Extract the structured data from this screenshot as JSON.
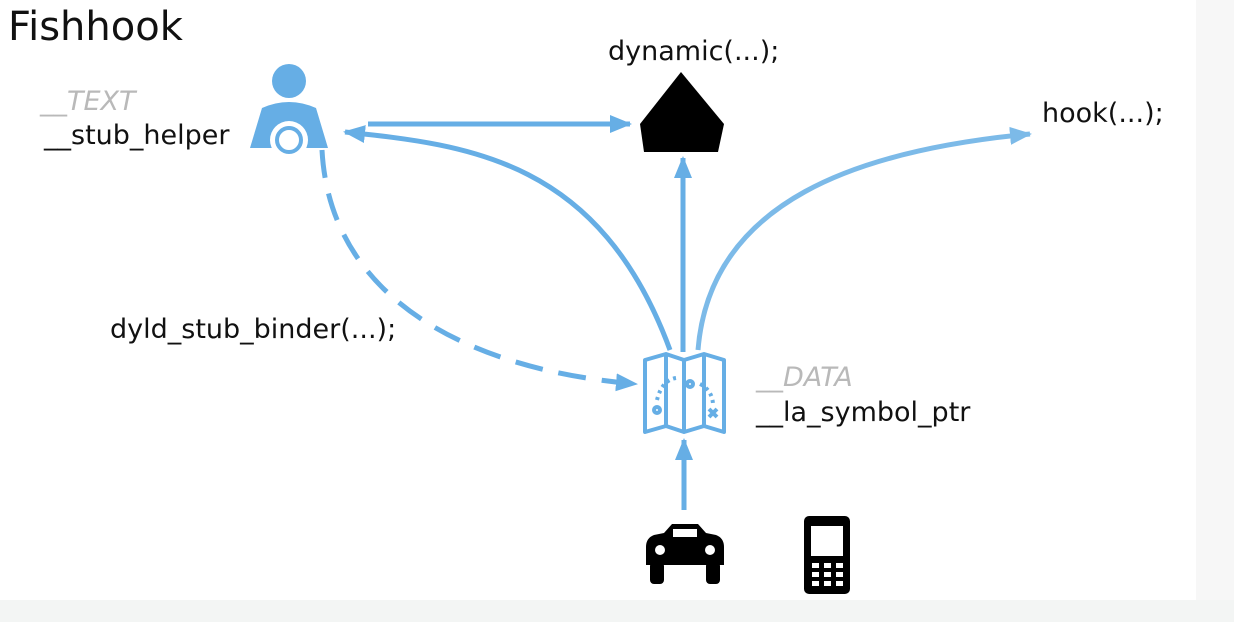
{
  "diagram": {
    "title": "Fishhook",
    "nodes": {
      "stub_helper": {
        "section": "__TEXT",
        "label": "__stub_helper",
        "icon": "user-driver-icon"
      },
      "dynamic": {
        "label": "dynamic(...);",
        "icon": "triangle-icon"
      },
      "hook": {
        "label": "hook(...);"
      },
      "la_symbol_ptr": {
        "section": "__DATA",
        "label": "__la_symbol_ptr",
        "icon": "map-icon"
      },
      "binder": {
        "label": "dyld_stub_binder(...);"
      },
      "car": {
        "icon": "car-icon"
      },
      "phone": {
        "icon": "phone-icon"
      }
    },
    "colors": {
      "accent": "#66aee5",
      "dark": "#000000",
      "section_text": "#b9b9b9"
    }
  }
}
